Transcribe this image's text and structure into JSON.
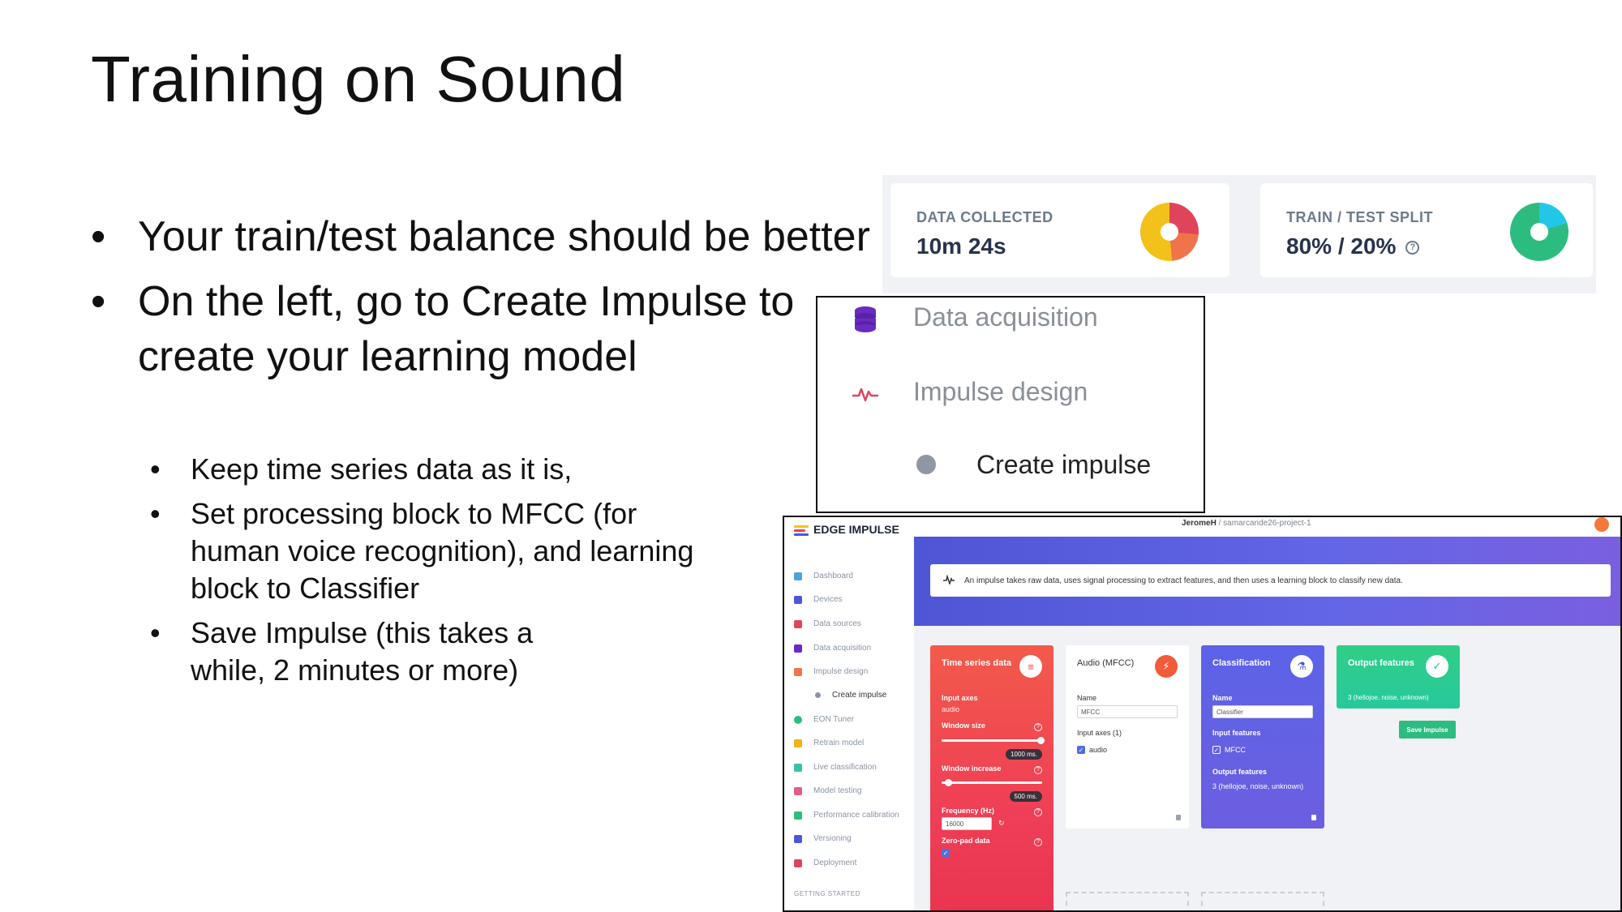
{
  "slide": {
    "title": "Training on Sound",
    "bullets": [
      "Your train/test balance should be better",
      "On the left, go to Create Impulse to create your learning model"
    ],
    "sub_bullets": [
      "Keep time series data as it is,",
      "Set processing block to MFCC (for human voice recognition), and learning block to Classifier",
      "Save Impulse (this takes a while, 2 minutes or more)"
    ]
  },
  "stats": {
    "data_collected": {
      "label": "DATA COLLECTED",
      "value": "10m 24s"
    },
    "train_test_split": {
      "label": "TRAIN / TEST SPLIT",
      "value": "80% / 20%",
      "train_fraction": 0.8,
      "test_fraction": 0.2
    }
  },
  "zoom_menu": {
    "items": [
      {
        "label": "Data acquisition",
        "icon": "database-icon"
      },
      {
        "label": "Impulse design",
        "icon": "pulse-icon"
      },
      {
        "label": "Create impulse",
        "icon": "dot-icon"
      }
    ]
  },
  "edge_impulse": {
    "logo": "EDGE IMPULSE",
    "breadcrumb_user": "JeromeH",
    "breadcrumb_project": "samarcande26-project-1",
    "nav": [
      {
        "label": "Dashboard",
        "color": "#4aa3df"
      },
      {
        "label": "Devices",
        "color": "#4e56d6"
      },
      {
        "label": "Data sources",
        "color": "#e0445b"
      },
      {
        "label": "Data acquisition",
        "color": "#6a2bc2"
      },
      {
        "label": "Impulse design",
        "color": "#f0744a"
      },
      {
        "label": "Create impulse",
        "color": "#8a93a2"
      },
      {
        "label": "EON Tuner",
        "color": "#2dbc80"
      },
      {
        "label": "Retrain model",
        "color": "#f2b21b"
      },
      {
        "label": "Live classification",
        "color": "#37c2a5"
      },
      {
        "label": "Model testing",
        "color": "#e45c8a"
      },
      {
        "label": "Performance calibration",
        "color": "#2dbc80"
      },
      {
        "label": "Versioning",
        "color": "#4e56d6"
      },
      {
        "label": "Deployment",
        "color": "#e0445b"
      }
    ],
    "nav_caption": "GETTING STARTED",
    "info_text": "An impulse takes raw data, uses signal processing to extract features, and then uses a learning block to classify new data.",
    "time_series": {
      "title": "Time series data",
      "input_axes_label": "Input axes",
      "input_axes_value": "audio",
      "window_size_label": "Window size",
      "window_size_value": "1000 ms.",
      "window_increase_label": "Window increase",
      "window_increase_value": "500 ms.",
      "frequency_label": "Frequency (Hz)",
      "frequency_value": "16000",
      "zero_pad_label": "Zero-pad data"
    },
    "audio_mfcc": {
      "title": "Audio (MFCC)",
      "name_label": "Name",
      "name_value": "MFCC",
      "input_axes_label": "Input axes (1)",
      "axis_item": "audio"
    },
    "classification": {
      "title": "Classification",
      "name_label": "Name",
      "name_value": "Classifier",
      "input_features_label": "Input features",
      "input_feature_item": "MFCC",
      "output_features_label": "Output features",
      "output_features_value": "3 (hellojoe, noise, unknown)"
    },
    "output": {
      "title": "Output features",
      "value": "3 (hellojoe, noise, unknown)",
      "save_button": "Save Impulse"
    }
  }
}
